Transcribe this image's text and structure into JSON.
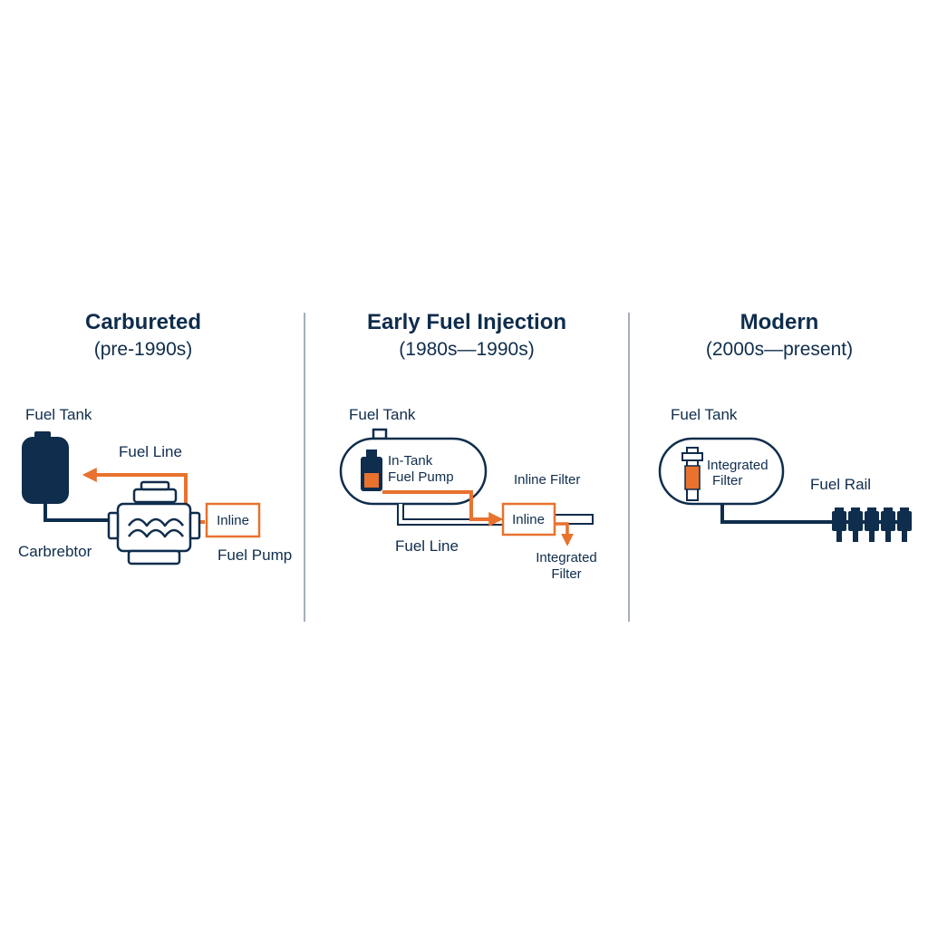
{
  "colors": {
    "navy": "#0f2d4c",
    "orange": "#e8722e",
    "divider": "#8894a6",
    "background": "#ffffff"
  },
  "panels": [
    {
      "title": "Carbureted",
      "subtitle": "(pre-1990s)",
      "labels": {
        "tank": "Fuel Tank",
        "line": "Fuel Line",
        "carb": "Carbrebtor",
        "inline": "Inline",
        "pump": "Fuel Pump"
      }
    },
    {
      "title": "Early Fuel Injection",
      "subtitle": "(1980s—1990s)",
      "labels": {
        "tank": "Fuel Tank",
        "pump_line1": "In-Tank",
        "pump_line2": "Fuel Pump",
        "inline_filter": "Inline Filter",
        "inline": "Inline",
        "line": "Fuel Line",
        "integrated_line1": "Integrated",
        "integrated_line2": "Filter"
      }
    },
    {
      "title": "Modern",
      "subtitle": "(2000s—present)",
      "labels": {
        "tank": "Fuel Tank",
        "integrated_line1": "Integrated",
        "integrated_line2": "Filter",
        "rail": "Fuel Rail"
      }
    }
  ],
  "icons": [
    "fuel-tank-icon",
    "engine-icon",
    "inline-fuel-pump-icon",
    "in-tank-pump-icon",
    "inline-filter-icon",
    "integrated-filter-icon",
    "fuel-injector-icon"
  ]
}
